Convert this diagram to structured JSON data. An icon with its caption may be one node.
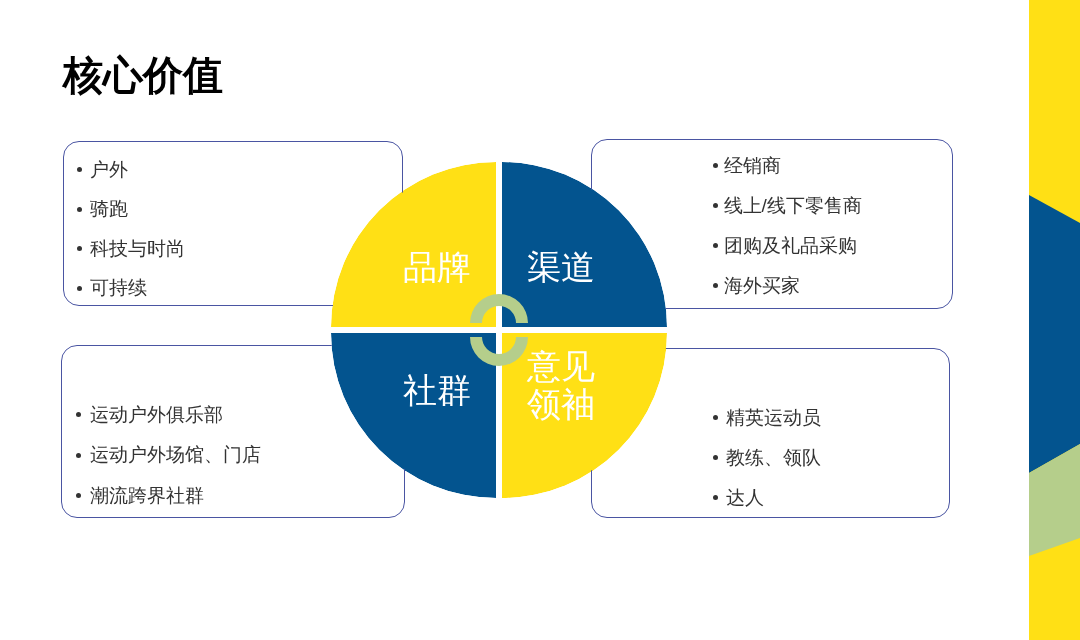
{
  "diagram": {
    "title": "核心价值",
    "nodes": [
      {
        "text": [
          "户外",
          "骑跑",
          "科技与时尚",
          "可持续"
        ]
      },
      {
        "text": [
          "品牌"
        ]
      },
      {
        "text": [
          "渠道"
        ]
      },
      {
        "text": [
          "经销商",
          "线上/线下零售商",
          "团购及礼品采购",
          "海外买家"
        ]
      },
      {
        "text": [
          "运动户外俱乐部",
          "运动户外场馆、门店",
          "潮流跨界社群"
        ]
      },
      {
        "text": [
          "社群"
        ]
      },
      {
        "text": [
          "意见领袖"
        ]
      },
      {
        "text": [
          "精英运动员",
          "教练、领队",
          "达人"
        ]
      }
    ]
  }
}
